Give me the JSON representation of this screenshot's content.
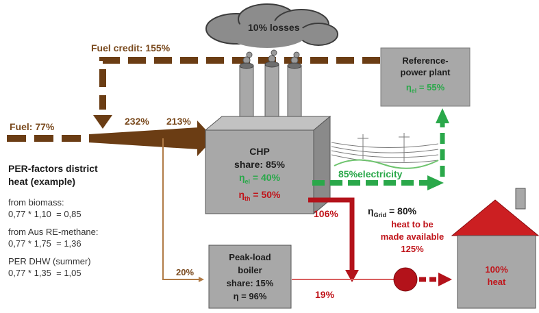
{
  "colors": {
    "fuel_brown": "#6b3d14",
    "light_brown": "#b07a45",
    "electricity_green": "#2aa84a",
    "heat_red": "#b3121a",
    "box_gray": "#a8a8a8",
    "cloud_gray": "#8c8c8c"
  },
  "cloud": {
    "label": "10% losses"
  },
  "fuel": {
    "label": "Fuel: 77%"
  },
  "fuel_credit": {
    "label": "Fuel credit: 155%"
  },
  "flow": {
    "in_total": "232%",
    "to_chp": "213%",
    "to_boiler": "20%"
  },
  "reference_plant": {
    "line1": "Reference-",
    "line2": "power plant",
    "eta_symbol": "η",
    "eta_sub": "el",
    "eta_value": " = 55%"
  },
  "chp": {
    "title": "CHP",
    "share": "share: 85%",
    "eta_symbol": "η",
    "eta_el_sub": "el",
    "eta_el_value": " = 40%",
    "eta_th_sub": "th",
    "eta_th_value": " = 50%"
  },
  "electricity": {
    "label": "85%electricity"
  },
  "heat_flow": {
    "chp_heat": "106%",
    "boiler_heat": "19%"
  },
  "grid": {
    "eta_symbol": "η",
    "eta_sub": "Grid",
    "eta_value": " = 80%",
    "line1": "heat to be",
    "line2": "made available",
    "line3": "125%"
  },
  "boiler": {
    "line1": "Peak-load",
    "line2": "boiler",
    "share": "share: 15%",
    "eta": "η = 96%"
  },
  "house": {
    "line1": "100%",
    "line2": "heat"
  },
  "per_factors": {
    "title_line1": "PER-factors district",
    "title_line2": "heat (example)",
    "items": [
      {
        "label": "from biomass:",
        "formula": "0,77 * 1,10  = 0,85"
      },
      {
        "label": "from Aus RE-methane:",
        "formula": "0,77 * 1,75  = 1,36"
      },
      {
        "label": "PER DHW (summer)",
        "formula": "0,77 * 1,35  = 1,05"
      }
    ]
  }
}
